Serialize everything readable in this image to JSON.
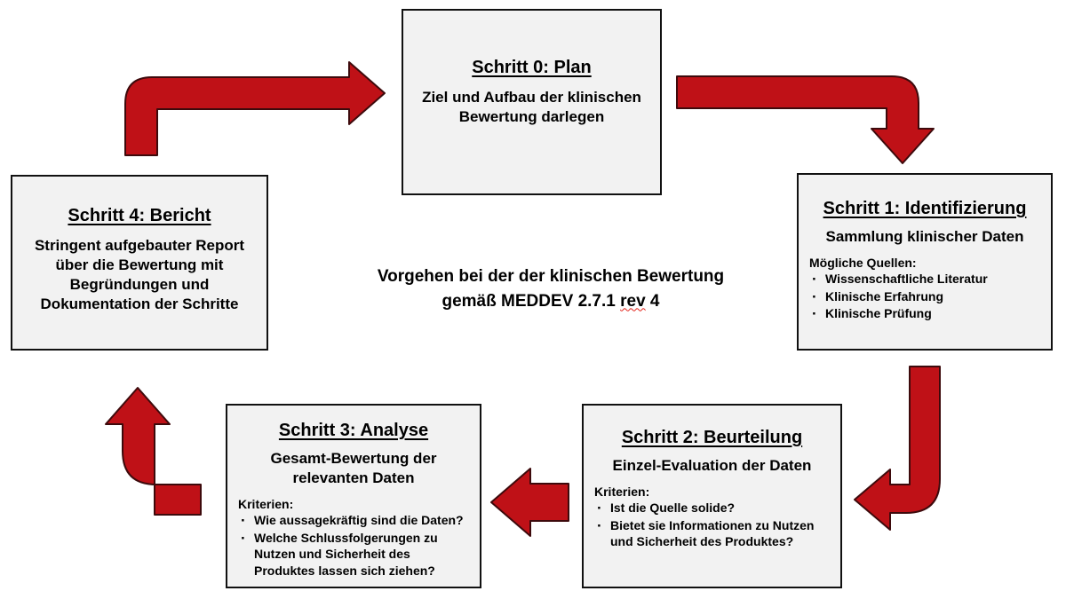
{
  "diagram": {
    "center_caption": {
      "line1": "Vorgehen bei der der klinischen Bewertung",
      "line2_pre": "gemäß MEDDEV 2.7.1 ",
      "line2_misspelled": "rev",
      "line2_post": " 4"
    },
    "colors": {
      "arrow_fill": "#bf1117",
      "arrow_outline": "#3d0a0c",
      "box_fill": "#f2f2f2",
      "box_border": "#111111",
      "spellcheck_underline": "#e2231a"
    },
    "steps": [
      {
        "id": "step0",
        "title": "Schritt 0: Plan",
        "subtitle": "Ziel und Aufbau der klinischen Bewertung darlegen",
        "criteria_label": "",
        "bullets": []
      },
      {
        "id": "step1",
        "title": "Schritt 1: Identifizierung",
        "subtitle": "Sammlung klinischer Daten",
        "criteria_label": "Mögliche Quellen:",
        "bullets": [
          "Wissenschaftliche Literatur",
          "Klinische Erfahrung",
          "Klinische Prüfung"
        ]
      },
      {
        "id": "step2",
        "title": "Schritt 2: Beurteilung",
        "subtitle": "Einzel-Evaluation der Daten",
        "criteria_label": "Kriterien:",
        "bullets": [
          "Ist die Quelle solide?",
          "Bietet sie Informationen zu Nutzen und Sicherheit des Produktes?"
        ]
      },
      {
        "id": "step3",
        "title": "Schritt 3: Analyse",
        "subtitle": "Gesamt-Bewertung der relevanten Daten",
        "criteria_label": "Kriterien:",
        "bullets": [
          "Wie aussagekräftig sind die Daten?",
          "Welche Schlussfolgerungen zu Nutzen und Sicherheit des Produktes lassen sich ziehen?"
        ]
      },
      {
        "id": "step4",
        "title": "Schritt 4: Bericht",
        "subtitle": "Stringent aufgebauter Report über die Bewertung mit Begründungen und Dokumentation der Schritte",
        "criteria_label": "",
        "bullets": []
      }
    ],
    "arrows": [
      {
        "id": "arrow-step4-to-step0",
        "shape": "elbow-up-right",
        "direction": "right"
      },
      {
        "id": "arrow-step0-to-step1",
        "shape": "elbow-right-down",
        "direction": "down"
      },
      {
        "id": "arrow-step1-to-step2",
        "shape": "elbow-down-left",
        "direction": "left"
      },
      {
        "id": "arrow-step2-to-step3",
        "shape": "straight",
        "direction": "left"
      },
      {
        "id": "arrow-step3-to-step4",
        "shape": "elbow-left-up",
        "direction": "up"
      }
    ]
  }
}
